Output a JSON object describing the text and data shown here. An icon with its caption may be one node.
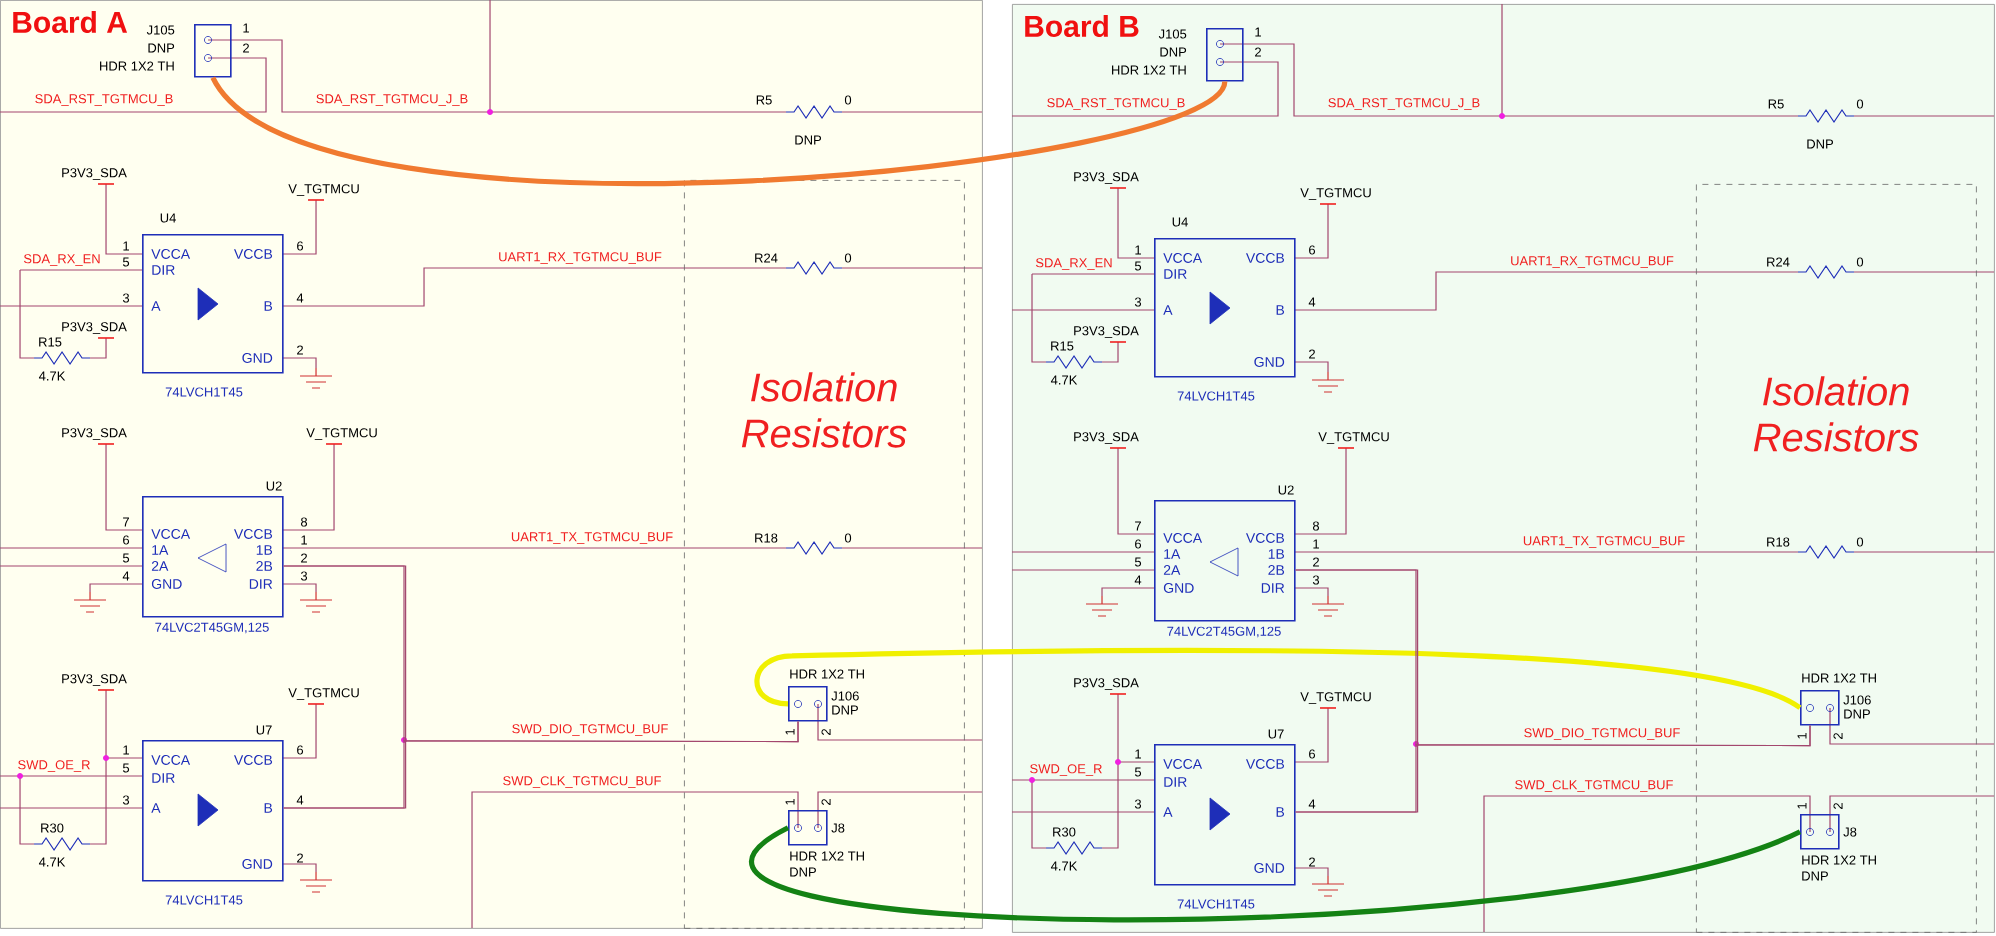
{
  "diagram": {
    "nodes": [
      {
        "text": [
          "Board A"
        ]
      },
      {
        "text": [
          "J105",
          "DNP",
          "HDR 1X2 TH"
        ],
        "in": 0
      },
      {
        "text": [
          "U4",
          "VCCA",
          "VCCB",
          "DIR",
          "A",
          "B",
          "GND",
          "74LVCH1T45"
        ],
        "in": 0
      },
      {
        "text": [
          "U2",
          "VCCA",
          "VCCB",
          "1A",
          "1B",
          "2A",
          "2B",
          "GND",
          "DIR",
          "74LVC2T45GM,125"
        ],
        "in": 0
      },
      {
        "text": [
          "Isolation Resistors"
        ],
        "in": 0
      },
      {
        "text": [
          "HDR 1X2 TH",
          "J106",
          "DNP"
        ],
        "in": 4
      },
      {
        "text": [
          "U7",
          "VCCA",
          "VCCB",
          "DIR",
          "A",
          "B",
          "GND",
          "74LVCH1T45"
        ],
        "in": 0
      },
      {
        "text": [
          "J8",
          "HDR 1X2 TH",
          "DNP"
        ],
        "in": 4
      },
      {
        "text": [
          "Board B"
        ]
      },
      {
        "text": [
          "J105",
          "DNP",
          "HDR 1X2 TH"
        ],
        "in": 8
      },
      {
        "text": [
          "U4",
          "VCCA",
          "VCCB",
          "DIR",
          "A",
          "B",
          "GND",
          "74LVCH1T45"
        ],
        "in": 8
      },
      {
        "text": [
          "U2",
          "VCCA",
          "VCCB",
          "1A",
          "1B",
          "2A",
          "2B",
          "GND",
          "DIR",
          "74LVC2T45GM,125"
        ],
        "in": 8
      },
      {
        "text": [
          "Isolation Resistors"
        ],
        "in": 8
      },
      {
        "text": [
          "HDR 1X2 TH",
          "J106",
          "DNP"
        ],
        "in": 12
      },
      {
        "text": [
          "U7",
          "VCCA",
          "VCCB",
          "DIR",
          "A",
          "B",
          "GND",
          "74LVCH1T45"
        ],
        "in": 8
      },
      {
        "text": [
          "J8",
          "HDR 1X2 TH",
          "DNP"
        ],
        "in": 12
      }
    ],
    "edges": [
      {
        "from": 1,
        "to": 9,
        "arrow": "none",
        "style": "thick",
        "color": "#f07a30"
      },
      {
        "from": 5,
        "to": 13,
        "arrow": "none",
        "style": "thick",
        "color": "#f0f000"
      },
      {
        "from": 7,
        "to": 15,
        "arrow": "none",
        "style": "thick",
        "color": "#148214"
      },
      {
        "from": 3,
        "to": 6,
        "arrow": "none"
      },
      {
        "from": 11,
        "to": 14,
        "arrow": "none"
      },
      {
        "from": 3,
        "to": 5,
        "arrow": "none"
      },
      {
        "from": 6,
        "to": 5,
        "arrow": "none"
      },
      {
        "from": 11,
        "to": 13,
        "arrow": "none"
      },
      {
        "from": 14,
        "to": 13,
        "arrow": "none"
      }
    ],
    "labels": [
      "1",
      "2",
      "SDA_RST_TGTMCU_B",
      "SDA_RST_TGTMCU_J_B",
      "R5",
      "0",
      "DNP",
      "P3V3_SDA",
      "V_TGTMCU",
      "1",
      "SDA_RX_EN",
      "5",
      "6",
      "UART1_RX_TGTMCU_BUF",
      "R24",
      "0",
      "3",
      "4",
      "P3V3_SDA",
      "R15",
      "4.7K",
      "2",
      "P3V3_SDA",
      "V_TGTMCU",
      "7",
      "8",
      "6",
      "1",
      "UART1_TX_TGTMCU_BUF",
      "R18",
      "0",
      "5",
      "2",
      "4",
      "3",
      "P3V3_SDA",
      "V_TGTMCU",
      "1",
      "6",
      "SWD_DIO_TGTMCU_BUF",
      "1",
      "2",
      "SWD_OE_R",
      "5",
      "SWD_CLK_TGTMCU_BUF",
      "1",
      "2",
      "3",
      "4",
      "R30",
      "4.7K",
      "2",
      "1",
      "2",
      "SDA_RST_TGTMCU_B",
      "SDA_RST_TGTMCU_J_B",
      "R5",
      "0",
      "DNP",
      "P3V3_SDA",
      "V_TGTMCU",
      "1",
      "SDA_RX_EN",
      "5",
      "6",
      "UART1_RX_TGTMCU_BUF",
      "R24",
      "0",
      "3",
      "4",
      "P3V3_SDA",
      "R15",
      "4.7K",
      "2",
      "P3V3_SDA",
      "V_TGTMCU",
      "7",
      "8",
      "6",
      "1",
      "UART1_TX_TGTMCU_BUF",
      "R18",
      "0",
      "5",
      "2",
      "4",
      "3",
      "P3V3_SDA",
      "V_TGTMCU",
      "1",
      "6",
      "SWD_DIO_TGTMCU_BUF",
      "1",
      "2",
      "SWD_OE_R",
      "5",
      "SWD_CLK_TGTMCU_BUF",
      "1",
      "2",
      "3",
      "4",
      "R30",
      "4.7K",
      "2"
    ]
  }
}
